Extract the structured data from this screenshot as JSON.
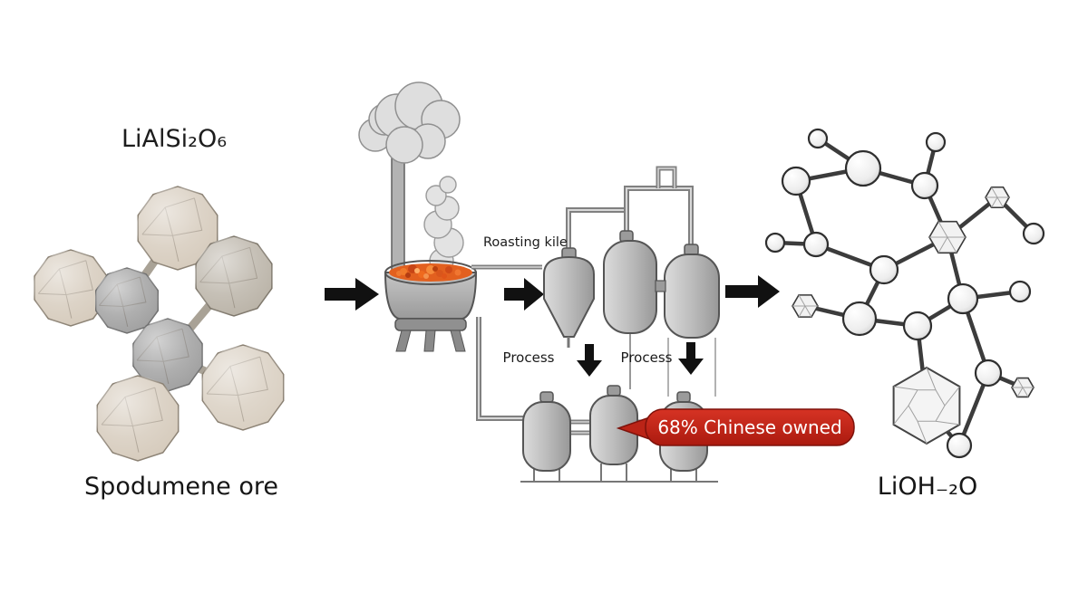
{
  "labels": {
    "left_formula": "LiAlSi₂O₆",
    "left_caption": "Spodumene ore",
    "kiln_label": "Roasting kile",
    "process_label_1": "Process",
    "process_label_2": "Process",
    "badge_text": "68% Chinese owned",
    "right_caption": "LiOH₋₂O"
  },
  "colors": {
    "background": "#ffffff",
    "badge_red": "#c2281b",
    "molten_orange": "#e2601f",
    "ore_tan": "#d5cabb",
    "ore_gray": "#9e9e9e",
    "metal_gray": "#b9b9b9",
    "arrow_black": "#111111",
    "bond_dark": "#3c3c3c"
  }
}
